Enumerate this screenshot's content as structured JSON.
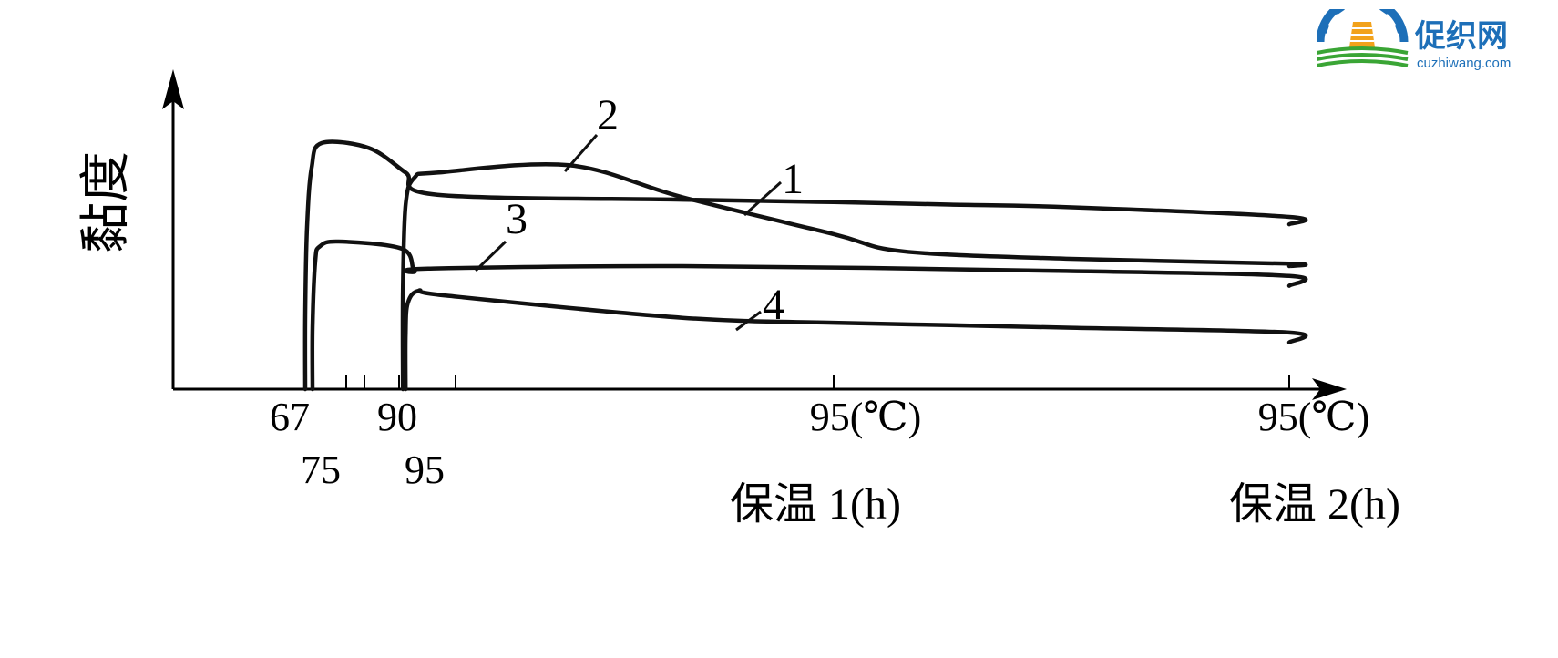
{
  "watermark": {
    "name": "促织网",
    "url": "cuzhiwang.com",
    "colors": {
      "blue": "#1d6fb8",
      "orange": "#f2a21b",
      "green": "#3aa535"
    }
  },
  "chart_data": {
    "type": "line",
    "title": "",
    "ylabel": "黏度",
    "xlabel_1": "保温 1(h)",
    "xlabel_2": "保温 2(h)",
    "ticks_row1": [
      "67",
      "90",
      "95(℃)",
      "95(℃)"
    ],
    "ticks_row2": [
      "75",
      "95"
    ],
    "x_categories": [
      "67",
      "75",
      "90",
      "95",
      "95(℃)",
      "保温 1(h)",
      "95(℃)",
      "保温 2(h)"
    ],
    "y_scale": "relative viscosity 0–100 (no numeric ticks printed)",
    "grid": false,
    "series": [
      {
        "name": "1",
        "points": [
          [
            0.0,
            0
          ],
          [
            0.0,
            30
          ],
          [
            0.1,
            66
          ],
          [
            0.35,
            90
          ],
          [
            0.9,
            100
          ],
          [
            1.6,
            98
          ],
          [
            2.6,
            88
          ],
          [
            3.6,
            79
          ],
          [
            4.6,
            77
          ],
          [
            5.0,
            76
          ],
          [
            5.5,
            75
          ],
          [
            6.0,
            74
          ],
          [
            7.0,
            70
          ],
          [
            8.0,
            67
          ]
        ]
      },
      {
        "name": "2",
        "points": [
          [
            2.35,
            0
          ],
          [
            2.35,
            40
          ],
          [
            2.6,
            75
          ],
          [
            3.1,
            86
          ],
          [
            3.6,
            88
          ],
          [
            4.3,
            91
          ],
          [
            4.6,
            78
          ],
          [
            5.0,
            63
          ],
          [
            5.3,
            56
          ],
          [
            6.0,
            53
          ],
          [
            7.0,
            51
          ],
          [
            8.0,
            50
          ]
        ]
      },
      {
        "name": "3",
        "points": [
          [
            0.4,
            0
          ],
          [
            0.4,
            25
          ],
          [
            0.55,
            52
          ],
          [
            0.8,
            58
          ],
          [
            1.2,
            60
          ],
          [
            2.3,
            57
          ],
          [
            3.1,
            48
          ],
          [
            3.4,
            49
          ],
          [
            4.6,
            50
          ],
          [
            6.0,
            48
          ],
          [
            7.0,
            46
          ],
          [
            8.0,
            42
          ]
        ]
      },
      {
        "name": "4",
        "points": [
          [
            2.6,
            0
          ],
          [
            2.6,
            22
          ],
          [
            2.8,
            35
          ],
          [
            3.2,
            40
          ],
          [
            3.8,
            38
          ],
          [
            4.6,
            29
          ],
          [
            5.0,
            27
          ],
          [
            5.5,
            26
          ],
          [
            6.0,
            25
          ],
          [
            7.0,
            23
          ],
          [
            8.0,
            19
          ]
        ]
      }
    ]
  }
}
